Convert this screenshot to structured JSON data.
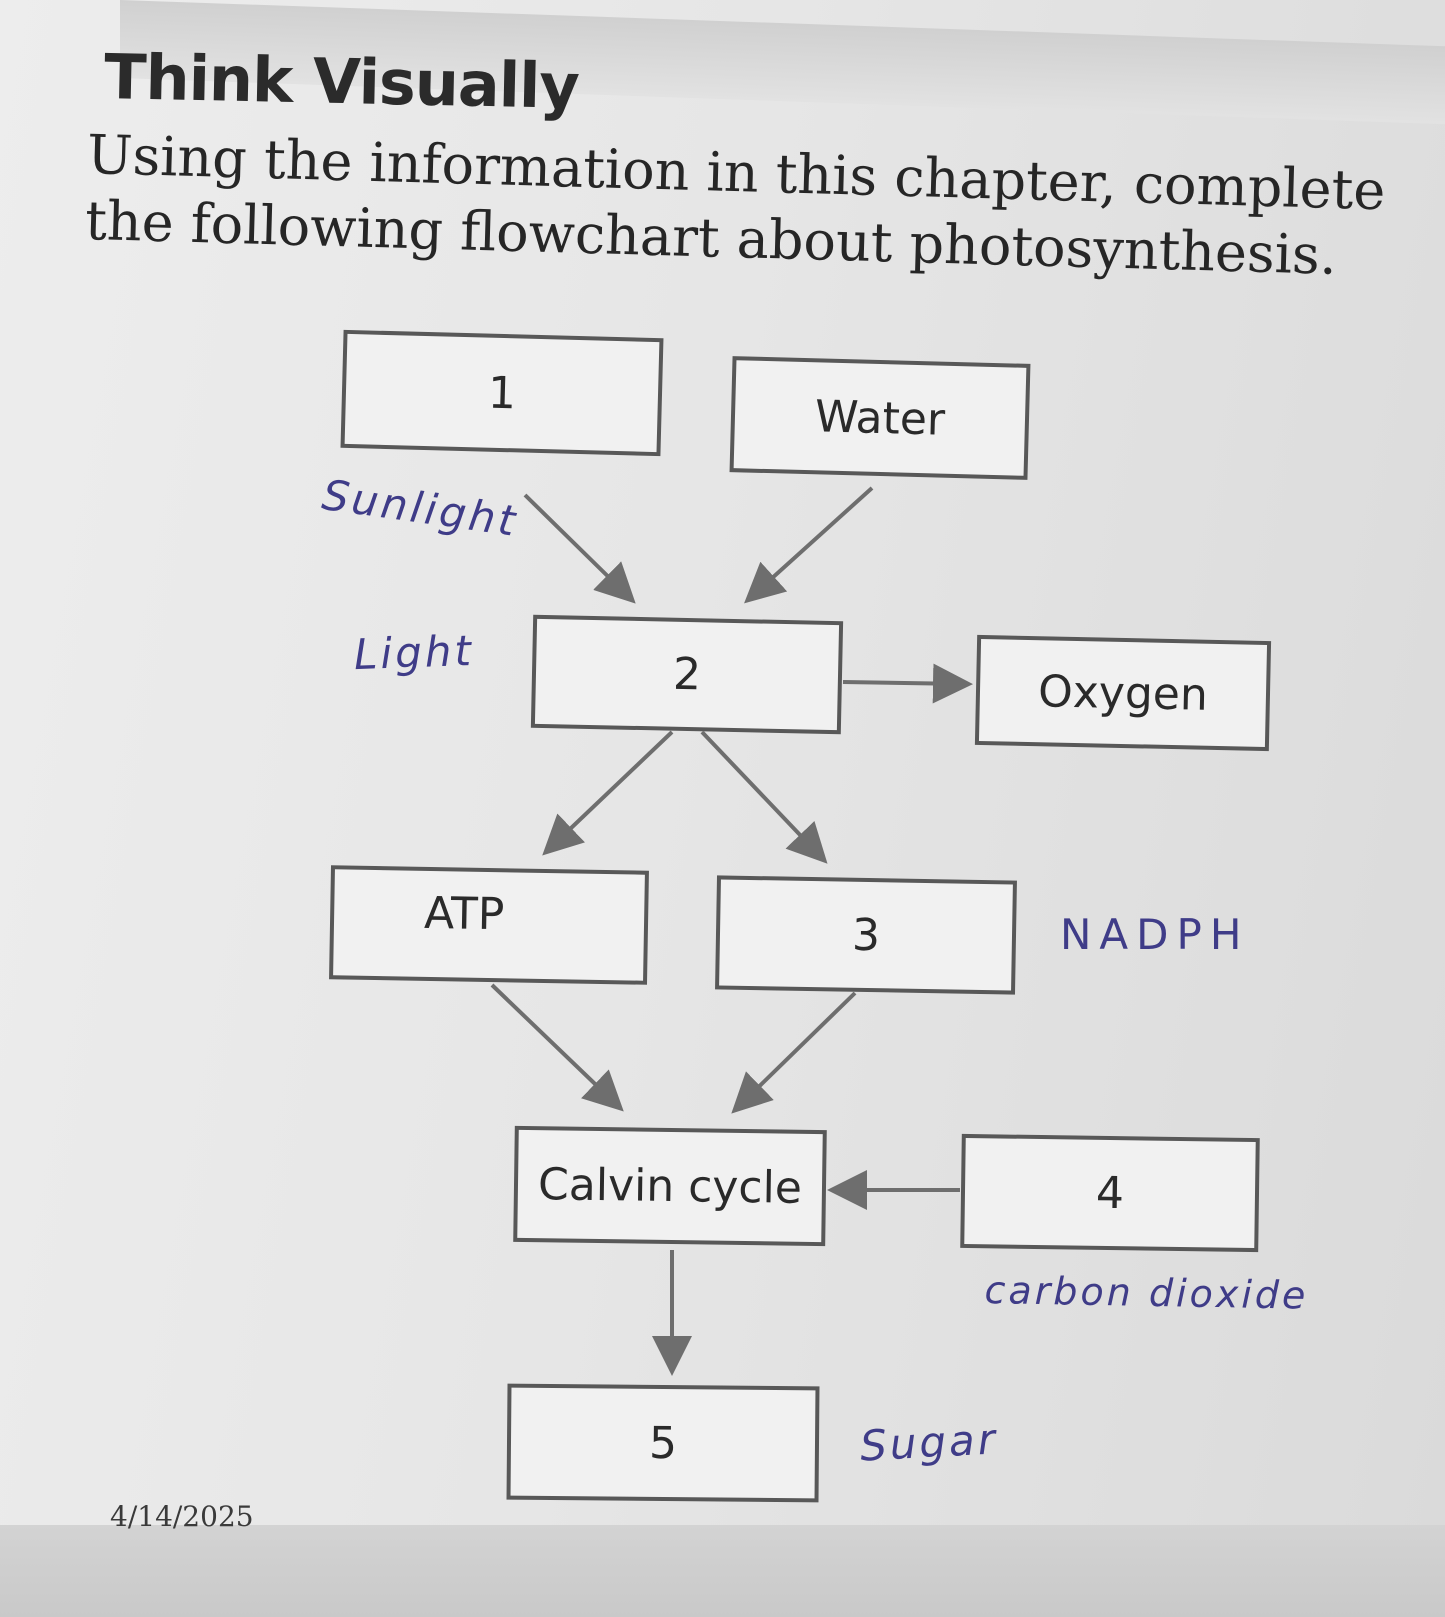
{
  "section_title": "Think Visually",
  "instructions": "Using the information in this chapter, complete the following flowchart about photosynthesis.",
  "flowchart": {
    "box_1": "1",
    "box_water": "Water",
    "box_2": "2",
    "box_oxygen": "Oxygen",
    "box_atp": "ATP",
    "box_3": "3",
    "box_calvin": "Calvin cycle",
    "box_4": "4",
    "box_5": "5"
  },
  "handwritten": {
    "answer_1": "Sunlight",
    "answer_2": "Light",
    "answer_3": "NADPH",
    "answer_4": "carbon dioxide",
    "answer_5": "Sugar"
  },
  "date": "4/14/2025",
  "colors": {
    "ink": "#3f3c88",
    "box_border": "#585858",
    "arrow": "#6e6e6e"
  }
}
